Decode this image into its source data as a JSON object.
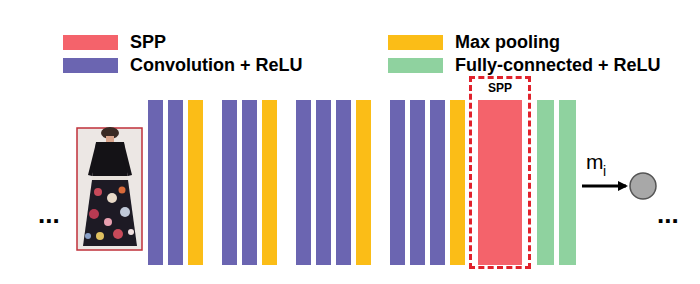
{
  "diagram": {
    "nodes": [
      {
        "text": [
          "SPP"
        ]
      }
    ],
    "labels": [
      "...",
      "m",
      "i",
      "..."
    ],
    "legend": [
      {
        "text": "SPP",
        "color": "#f4636b"
      },
      {
        "text": "Max pooling",
        "color": "#fbbd17"
      },
      {
        "text": "Convolution + ReLU",
        "color": "#6b65b1"
      },
      {
        "text": "Fully-connected + ReLU",
        "color": "#8fd29f"
      }
    ]
  }
}
